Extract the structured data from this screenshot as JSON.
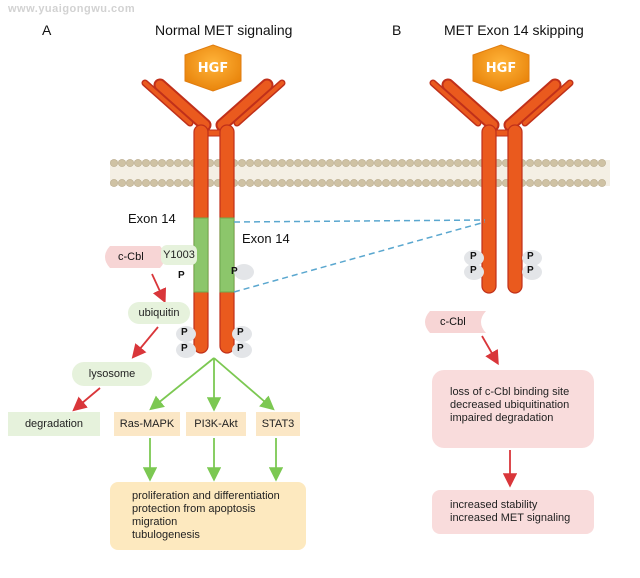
{
  "watermark": "www.yuaigongwu.com",
  "panel_a": {
    "letter": "A",
    "title": "Normal MET signaling",
    "ligand": "HGF",
    "exon_left": "Exon 14",
    "exon_right": "Exon 14",
    "cbl": "c-Cbl",
    "y1003": "Y1003",
    "p": "P",
    "ubiquitin": "ubiquitin",
    "lysosome": "lysosome",
    "degradation": "degradation",
    "pathways": [
      "Ras-MAPK",
      "PI3K-Akt",
      "STAT3"
    ],
    "outcomes": [
      "proliferation and differentiation",
      "protection from apoptosis",
      "migration",
      "tubulogenesis"
    ]
  },
  "panel_b": {
    "letter": "B",
    "title": "MET Exon 14 skipping",
    "ligand": "HGF",
    "p": "P",
    "cbl": "c-Cbl",
    "effects": [
      "loss of c-Cbl binding site",
      "decreased ubiquitination",
      "impaired degradation"
    ],
    "results": [
      "increased stability",
      "increased MET signaling"
    ]
  },
  "colors": {
    "receptor_orange": "#ea5a1e",
    "receptor_red": "#c0301a",
    "hgf_orange": "#f39a19",
    "exon_green": "#8cc66b",
    "membrane": "#cfc2a4",
    "arrow_red": "#d9363a",
    "arrow_green": "#7cc852",
    "dashed_blue": "#5aa7cf"
  }
}
